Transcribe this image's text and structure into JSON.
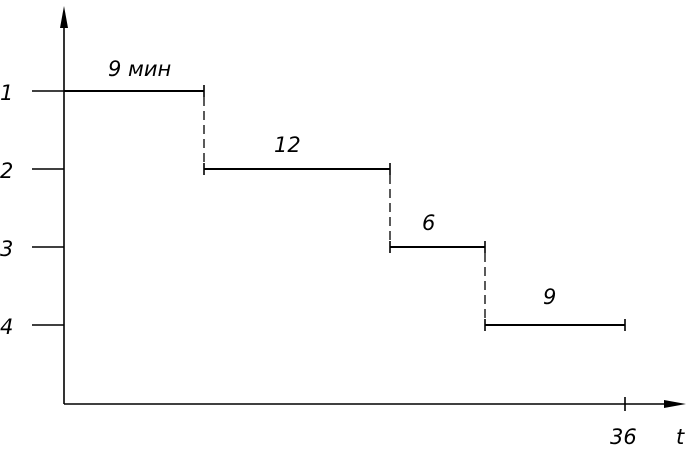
{
  "diagram": {
    "y_labels": [
      "1",
      "2",
      "3",
      "4"
    ],
    "x_axis_label": "t",
    "x_end_label": "36",
    "segments": [
      {
        "level": "1",
        "duration_label": "9 мин",
        "start": 0,
        "end": 9
      },
      {
        "level": "2",
        "duration_label": "12",
        "start": 9,
        "end": 21
      },
      {
        "level": "3",
        "duration_label": "6",
        "start": 21,
        "end": 27
      },
      {
        "level": "4",
        "duration_label": "9",
        "start": 27,
        "end": 36
      }
    ],
    "total": 36
  }
}
